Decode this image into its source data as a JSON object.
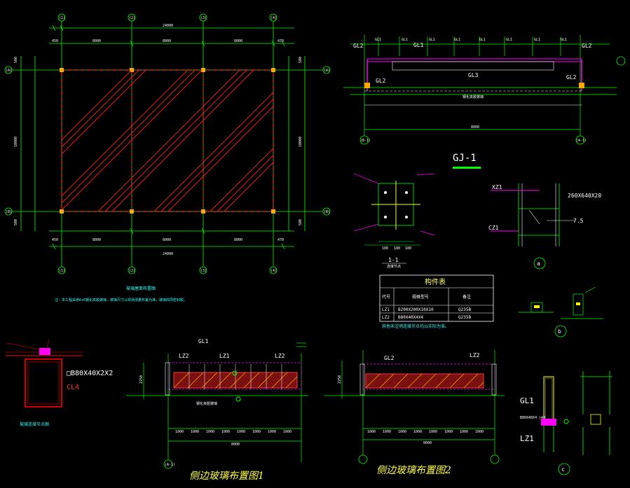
{
  "colors": {
    "background": "#000000",
    "dimension_line": "#00ff00",
    "steel_outline": "#ff0000",
    "glass_hatch": "#ff2222",
    "roof_member": "#ff00ff",
    "gridline": "#00ffff",
    "text": "#ffffff",
    "title": "#ffff44"
  },
  "plan": {
    "top_total": "24000",
    "bottom_total": "24000",
    "spans": [
      "8000",
      "8000",
      "8000"
    ],
    "bottom_spans": [
      "8000",
      "8000",
      "8000"
    ],
    "left_overhang": "450",
    "right_overhang": "470",
    "height_total": "10000",
    "edge_left_top": "500",
    "edge_left_bottom": "500",
    "edge_right_top": "500",
    "edge_right_bottom": "500",
    "axis_top": [
      "(1)",
      "(2)",
      "(3)",
      "(4)"
    ],
    "axis_left": [
      "(A)",
      "(B)"
    ],
    "axis_right": [
      "(A)",
      "(B)"
    ],
    "title": "玻璃屋面布置图",
    "note": "注：本工程采用6+6钢化夹胶玻璃，玻璃尺寸以现场测量布置为准，玻璃四周密封胶。"
  },
  "gj1": {
    "title": "GJ-1",
    "labels": [
      "GL1",
      "GL1",
      "GL1",
      "GL1",
      "GL1",
      "GL1",
      "GL1",
      "GL1"
    ],
    "gl2_left": "GL2",
    "gl2_right": "GL2",
    "gl2_mid": "GL2",
    "gl3": "GL3",
    "gl1_b": "GL1",
    "dim_bottom": "8000",
    "axis_left": "(B-1)",
    "axis_right": "(A-1)",
    "note": "钢化夹胶玻璃"
  },
  "section": {
    "title": "1-1",
    "subtitle": "连接节点",
    "dims": [
      "180",
      "180",
      "180"
    ]
  },
  "detail_a": {
    "xz1": "XZ1",
    "cz1": "CZ1",
    "plate": "260X640X20",
    "weld": "7.5",
    "label": "a"
  },
  "component_table": {
    "title": "构件表",
    "headers": [
      "代号",
      "规格型号",
      "备注"
    ],
    "rows": [
      [
        "LZ1",
        "B200X200X10X10",
        "Q235B"
      ],
      [
        "LZ2",
        "B80X40X4X4",
        "Q235B"
      ]
    ],
    "note": "其他未注明连接节点均以实际为准。"
  },
  "detail_b": {
    "label": "b"
  },
  "detail_gl4": {
    "title": "玻璃连接节点图",
    "section": "□B80X40X2X2",
    "code": "CL4"
  },
  "side1": {
    "title": "侧边玻璃布置图1",
    "gl1": "GL1",
    "lz2_left": "LZ2",
    "lz1": "LZ1",
    "lz2_right": "LZ2",
    "dims": [
      "1000",
      "1000",
      "1000",
      "1000",
      "1000",
      "1000",
      "1000",
      "1000"
    ],
    "total": "8000",
    "height": "2250",
    "note": "钢化夹胶玻璃",
    "axis": "(A-1)"
  },
  "side2": {
    "title": "侧边玻璃布置图2",
    "gl2": "GL2",
    "lz2": "LZ2",
    "dims": [
      "1000",
      "1000",
      "1000",
      "1000",
      "1000",
      "1000",
      "1000",
      "1000"
    ],
    "total": "8000",
    "height": "2250"
  },
  "detail_c": {
    "gl1": "GL1",
    "lz1": "LZ1",
    "spec": "B80X40X4 □40",
    "label": "c"
  }
}
